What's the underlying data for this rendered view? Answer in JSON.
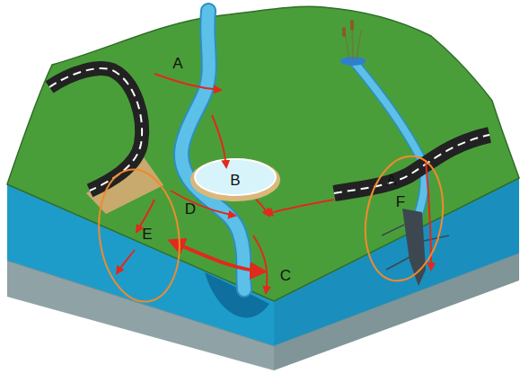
{
  "diagram": {
    "labels": [
      "A",
      "B",
      "A",
      "C",
      "D",
      "E",
      "F"
    ]
  }
}
